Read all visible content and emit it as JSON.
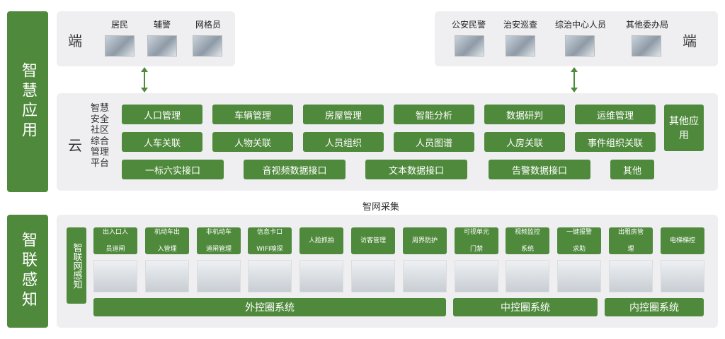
{
  "sections": {
    "top": "智慧应用",
    "bottom": "智联感知"
  },
  "left_end": {
    "label": "端",
    "roles": [
      "居民",
      "辅警",
      "网格员"
    ]
  },
  "right_end": {
    "label": "端",
    "roles": [
      "公安民警",
      "治安巡查",
      "综治中心人员",
      "其他委办局"
    ]
  },
  "cloud": {
    "label": "云",
    "platform": "智慧安全社区综合管理平台",
    "row1": [
      "人口管理",
      "车辆管理",
      "房屋管理",
      "智能分析",
      "数据研判",
      "运维管理"
    ],
    "row2": [
      "人车关联",
      "人物关联",
      "人员组织",
      "人员图谱",
      "人房关联",
      "事件组织关联"
    ],
    "row3": [
      "一标六实接口",
      "音视频数据接口",
      "文本数据接口",
      "告警数据接口",
      "其他"
    ],
    "other_app": "其他应用"
  },
  "collect": "智网采集",
  "sensing": {
    "label": "智联网感知",
    "items": [
      {
        "name": "出入口人员道闸",
        "lines": [
          "出入口人",
          "员道闸"
        ]
      },
      {
        "name": "机动车出入管理",
        "lines": [
          "机动车出",
          "入管理"
        ]
      },
      {
        "name": "非机动车道闸管理",
        "lines": [
          "非机动车",
          "道闸管理"
        ]
      },
      {
        "name": "信息卡口WIFI嗅探",
        "lines": [
          "信息卡口",
          "WIFI嗅探"
        ]
      },
      {
        "name": "人脸抓拍",
        "lines": [
          "人脸抓拍"
        ]
      },
      {
        "name": "访客管理",
        "lines": [
          "访客管理"
        ]
      },
      {
        "name": "周界防护",
        "lines": [
          "周界防护"
        ]
      },
      {
        "name": "可视单元门禁",
        "lines": [
          "可视单元",
          "门禁"
        ]
      },
      {
        "name": "视频监控系统",
        "lines": [
          "视频监控",
          "系统"
        ]
      },
      {
        "name": "一键报警求助",
        "lines": [
          "一键报警",
          "求助"
        ]
      },
      {
        "name": "出租房管理",
        "lines": [
          "出租房管",
          "理"
        ]
      },
      {
        "name": "电梯梯控",
        "lines": [
          "电梯梯控"
        ]
      }
    ],
    "rings": [
      "外控圈系统",
      "中控圈系统",
      "内控圈系统"
    ]
  },
  "colors": {
    "green": "#4f8a3c",
    "panel": "#efeff1"
  }
}
